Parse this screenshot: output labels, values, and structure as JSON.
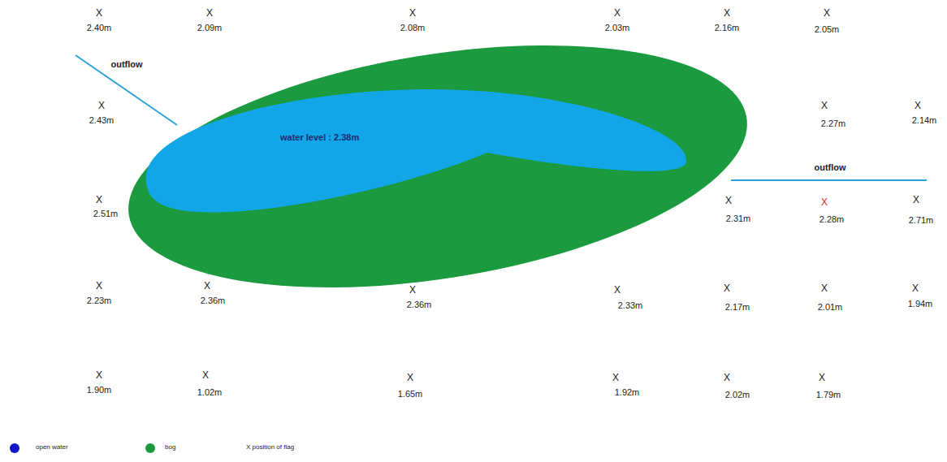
{
  "diagram": {
    "nodes": [
      {
        "text": [
          "water level : 2.38m"
        ]
      }
    ],
    "labels": [
      "X",
      "2.40m",
      "X",
      "2.09m",
      "X",
      "2.08m",
      "X",
      "2.03m",
      "X",
      "2.16m",
      "X",
      "2.05m",
      "outflow",
      "X",
      "2.43m",
      "X",
      "2.27m",
      "X",
      "2.14m",
      "outflow",
      "X",
      "2.51m",
      "X",
      "2.31m",
      "X",
      "2.28m",
      "X",
      "2.71m",
      "X",
      "2.23m",
      "X",
      "2.36m",
      "X",
      "2.36m",
      "X",
      "2.33m",
      "X",
      "2.17m",
      "X",
      "2.01m",
      "X",
      "1.94m",
      "X",
      "1.90m",
      "X",
      "1.02m",
      "X",
      "1.65m",
      "X",
      "1.92m",
      "X",
      "2.02m",
      "X",
      "1.79m"
    ],
    "legend": [
      {
        "text": "open water",
        "color": "#1414c8"
      },
      {
        "text": "bog",
        "color": "#1c9a3f"
      },
      {
        "text": "X position of flag"
      }
    ]
  }
}
